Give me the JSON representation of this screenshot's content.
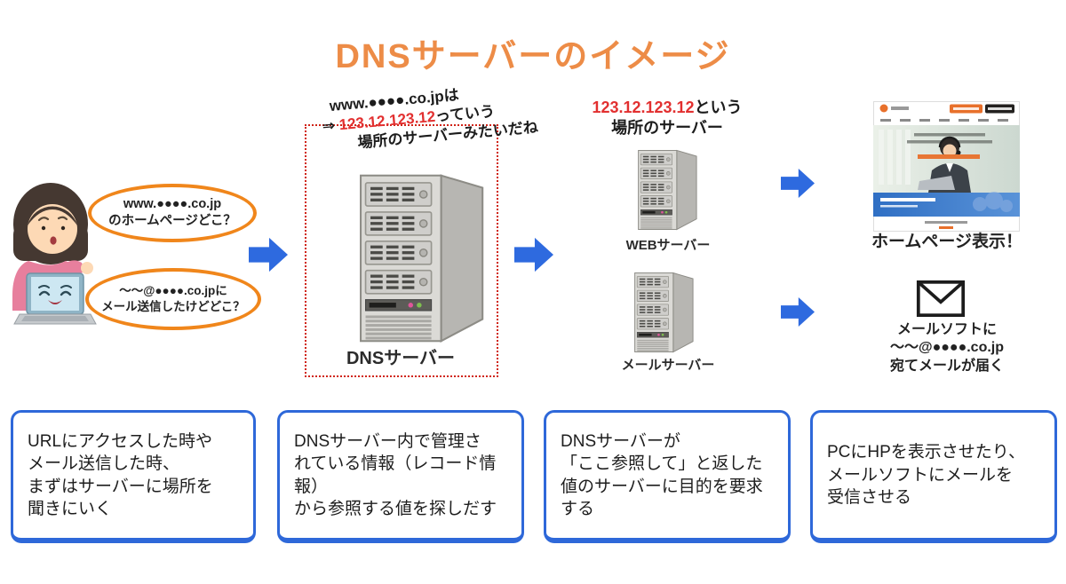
{
  "title": "DNSサーバーのイメージ",
  "user": {
    "bubble_web_line1": "www.●●●●.co.jp",
    "bubble_web_line2": "のホームページどこ？",
    "bubble_mail_line1": "～～@●●●●.co.jpに",
    "bubble_mail_line2": "メール送信したけどどこ？"
  },
  "dns_box": {
    "note_line1": "www.●●●●.co.jpは",
    "note_arrow": "⇒ ",
    "note_ip": "123.12.123.12",
    "note_line2_tail": "っていう",
    "note_line3": "場所のサーバーみたいだね",
    "server_label": "DNSサーバー"
  },
  "destination": {
    "ip": "123.12.123.12",
    "ip_tail": "という",
    "line2": "場所のサーバー",
    "web_server_label": "WEBサーバー",
    "mail_server_label": "メールサーバー"
  },
  "results": {
    "homepage_caption": "ホームページ表示！",
    "mail_caption_line1": "メールソフトに",
    "mail_caption_line2": "～～@●●●●.co.jp",
    "mail_caption_line3": "宛てメールが届く"
  },
  "steps": [
    {
      "text": "URLにアクセスした時や\nメール送信した時、\nまずはサーバーに場所を\n聞きにいく"
    },
    {
      "text": "DNSサーバー内で管理さ\nれている情報（レコード情報）\nから参照する値を探しだす"
    },
    {
      "text": "DNSサーバーが\n「ここ参照して」と返した\n値のサーバーに目的を要求\nする"
    },
    {
      "text": "PCにHPを表示させたり、\nメールソフトにメールを\n受信させる"
    }
  ],
  "colors": {
    "accent_orange": "#ED8C47",
    "bubble_orange": "#F0861B",
    "arrow_blue": "#2E6ADF",
    "box_border_blue": "#2E68D9",
    "highlight_red": "#E23030",
    "dotted_border_red": "#D02418"
  }
}
